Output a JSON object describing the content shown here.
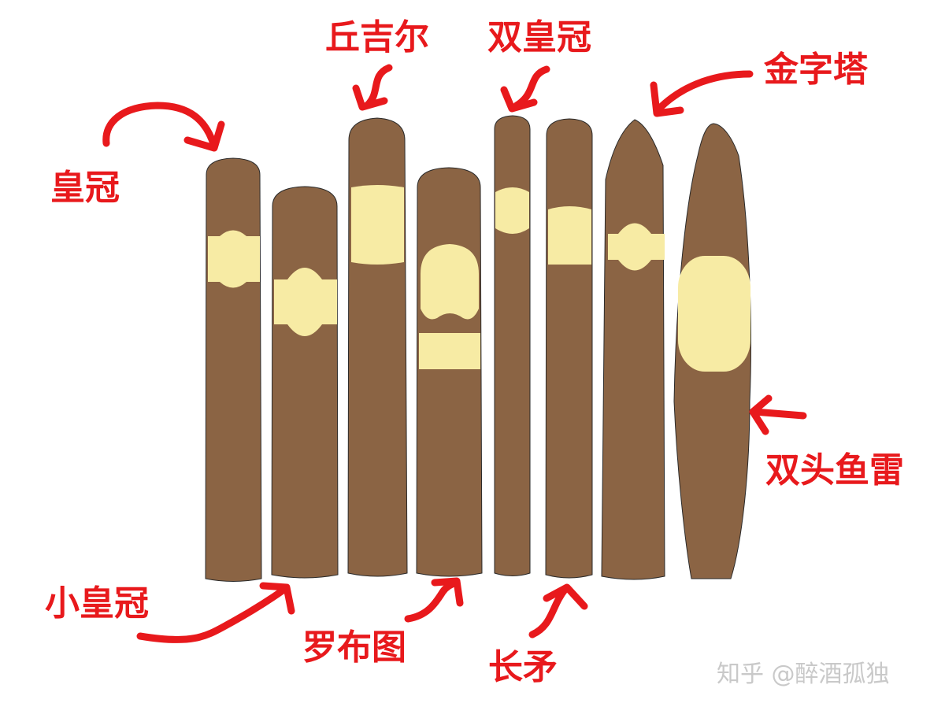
{
  "labels": {
    "corona": "皇冠",
    "churchill": "丘吉尔",
    "double_corona": "双皇冠",
    "pyramid": "金字塔",
    "petit_corona": "小皇冠",
    "robusto": "罗布图",
    "lancero": "长矛",
    "perfecto": "双头鱼雷"
  },
  "watermark": "知乎 @醉酒孤独",
  "colors": {
    "cigar": "#8b6444",
    "band": "#f7eba4",
    "arrow": "#e8191c",
    "outline": "#2a2a2a"
  }
}
